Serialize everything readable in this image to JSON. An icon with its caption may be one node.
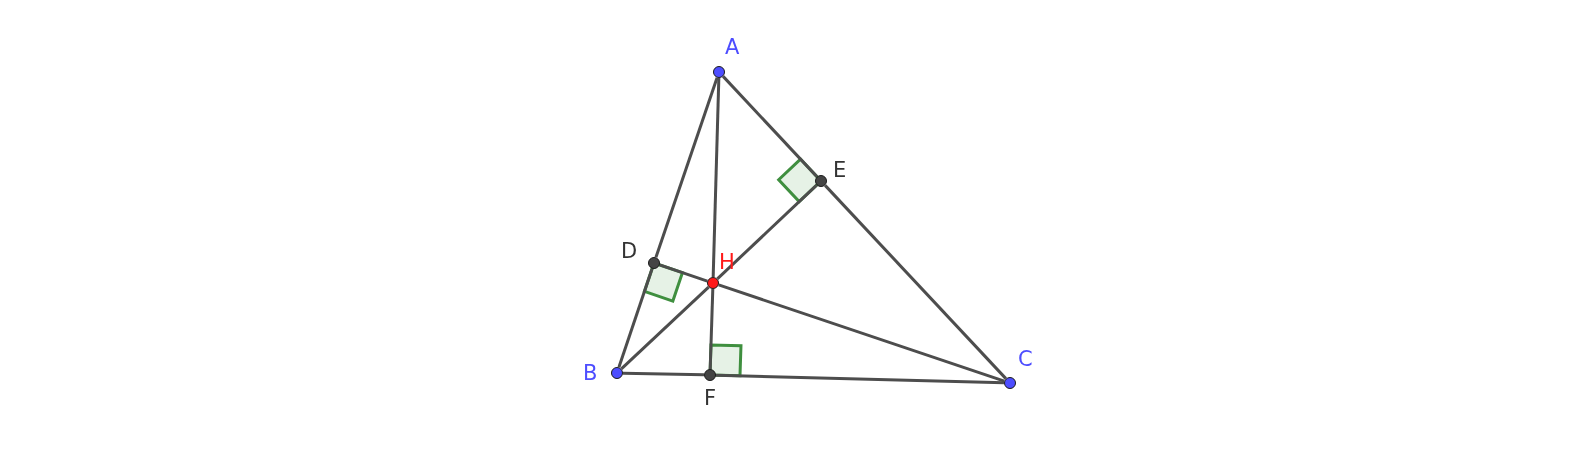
{
  "diagram": {
    "nodes": [
      {
        "text": [
          "A"
        ]
      },
      {
        "text": [
          "B"
        ]
      },
      {
        "text": [
          "C"
        ]
      },
      {
        "text": [
          "D"
        ]
      },
      {
        "text": [
          "E"
        ]
      },
      {
        "text": [
          "F"
        ]
      },
      {
        "text": [
          "H"
        ]
      }
    ],
    "edges": [
      {
        "from": 0,
        "to": 3,
        "arrow": "none"
      },
      {
        "from": 3,
        "to": 1,
        "arrow": "none"
      },
      {
        "from": 1,
        "to": 5,
        "arrow": "none"
      },
      {
        "from": 5,
        "to": 2,
        "arrow": "none"
      },
      {
        "from": 2,
        "to": 4,
        "arrow": "none"
      },
      {
        "from": 4,
        "to": 0,
        "arrow": "none"
      },
      {
        "from": 0,
        "to": 6,
        "arrow": "none"
      },
      {
        "from": 6,
        "to": 5,
        "arrow": "none"
      },
      {
        "from": 1,
        "to": 6,
        "arrow": "none"
      },
      {
        "from": 6,
        "to": 4,
        "arrow": "none"
      },
      {
        "from": 2,
        "to": 6,
        "arrow": "none"
      },
      {
        "from": 6,
        "to": 3,
        "arrow": "none"
      }
    ]
  }
}
